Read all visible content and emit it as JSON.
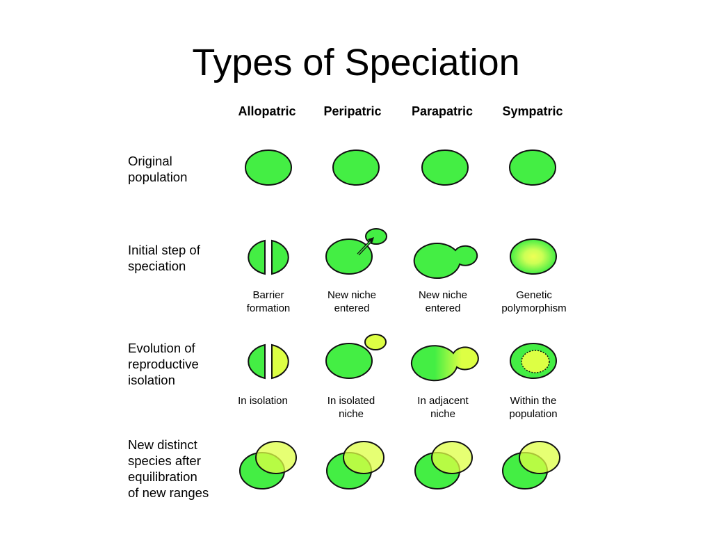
{
  "slide": {
    "title": "Types of Speciation"
  },
  "columns": [
    "Allopatric",
    "Peripatric",
    "Parapatric",
    "Sympatric"
  ],
  "rows": [
    {
      "label": "Original population",
      "label_lines": [
        "Original",
        "population"
      ]
    },
    {
      "label": "Initial step of speciation",
      "label_lines": [
        "Initial step of",
        "speciation"
      ]
    },
    {
      "label": "Evolution of reproductive isolation",
      "label_lines": [
        "Evolution of",
        "reproductive",
        "isolation"
      ]
    },
    {
      "label": "New distinct species after equilibration of new ranges",
      "label_lines": [
        "New distinct",
        "species after",
        "equilibration",
        "of new ranges"
      ]
    }
  ],
  "captions": {
    "initial": [
      [
        "Barrier",
        "formation"
      ],
      [
        "New niche",
        "entered"
      ],
      [
        "New niche",
        "entered"
      ],
      [
        "Genetic",
        "polymorphism"
      ]
    ],
    "isolation": [
      [
        "In isolation"
      ],
      [
        "In isolated",
        "niche"
      ],
      [
        "In adjacent",
        "niche"
      ],
      [
        "Within the",
        "population"
      ]
    ]
  },
  "colors": {
    "original_species": "#44ee44",
    "new_species": "#ddff44",
    "outline": "#111111"
  }
}
